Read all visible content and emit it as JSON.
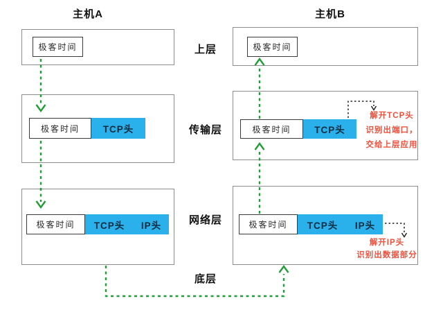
{
  "colors": {
    "blue": "#2ab1ec",
    "green": "#1f9d36",
    "red": "#ef503c",
    "box_border": "#8c8c8c",
    "inner_border": "#3a3a3a",
    "hdr_text": "#0d2b3e",
    "ink": "#222222"
  },
  "hosts": {
    "a": {
      "title": "主机A"
    },
    "b": {
      "title": "主机B"
    }
  },
  "layers": {
    "upper": "上层",
    "transport": "传输层",
    "network": "网络层",
    "bottom": "底层"
  },
  "payload_label": "极客时间",
  "tcp_label": "TCP头",
  "ip_label": "IP头",
  "annotations": {
    "unpack_tcp": [
      "解开TCP头",
      "识别出端口，",
      "交给上层应用"
    ],
    "unpack_ip": [
      "解开IP头",
      "识别出数据部分"
    ]
  }
}
